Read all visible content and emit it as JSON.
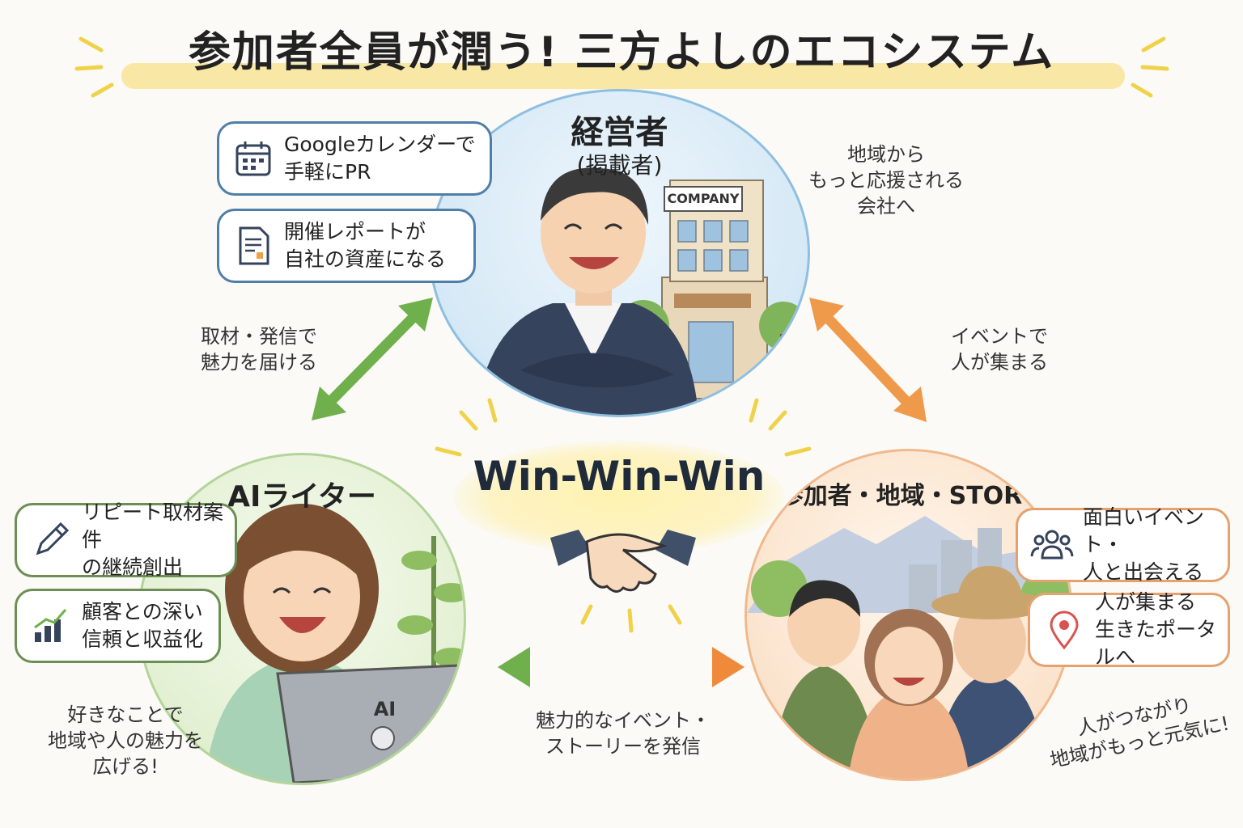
{
  "title": "参加者全員が潤う! 三方よしのエコシステム",
  "center": {
    "label": "Win-Win-Win"
  },
  "owner": {
    "heading": "経営者",
    "subheading": "(掲載者)",
    "building_sign": "COMPANY",
    "cards": [
      {
        "text": "Googleカレンダーで\n手軽にPR",
        "icon": "calendar-icon"
      },
      {
        "text": "開催レポートが\n自社の資産になる",
        "icon": "document-icon"
      }
    ],
    "note": "地域から\nもっと応援される\n会社へ"
  },
  "writer": {
    "heading": "AIライター",
    "laptop_label": "AI",
    "cards": [
      {
        "text": "リピート取材案件\nの継続創出",
        "icon": "pen-icon"
      },
      {
        "text": "顧客との深い\n信頼と収益化",
        "icon": "growth-chart-icon"
      }
    ],
    "note": "好きなことで\n地域や人の魅力を\n広げる!"
  },
  "community": {
    "heading": "参加者・地域・STORY",
    "cards": [
      {
        "text": "面白いイベント・\n人と出会える",
        "icon": "people-icon"
      },
      {
        "text": "人が集まる\n生きたポータルへ",
        "icon": "location-pin-icon"
      }
    ],
    "note": "人がつながり\n地域がもっと元気に!"
  },
  "flows": {
    "writer_owner": "取材・発信で\n魅力を届ける",
    "owner_community": "イベントで\n人が集まる",
    "writer_community": "魅力的なイベント・\nストーリーを発信"
  },
  "colors": {
    "title_band": "#f7e08a",
    "owner": "#8fbfe0",
    "writer": "#b3d49a",
    "community": "#f0b98e",
    "arrow_green": "#6fb04c",
    "arrow_orange": "#ee9a4a"
  }
}
